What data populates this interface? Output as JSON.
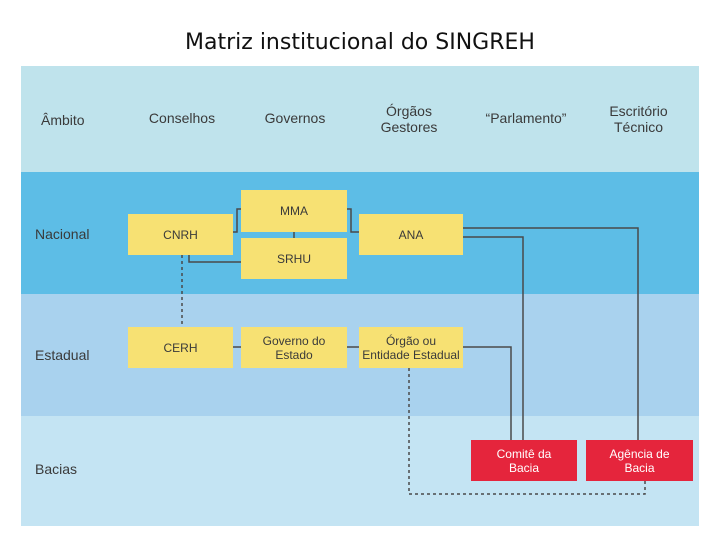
{
  "title": "Matriz institucional do SINGREH",
  "header": {
    "ambito": "Âmbito",
    "conselhos": "Conselhos",
    "governos": "Governos",
    "orgaos_l1": "Órgãos",
    "orgaos_l2": "Gestores",
    "parlamento": "“Parlamento”",
    "escritorio_l1": "Escritório",
    "escritorio_l2": "Técnico"
  },
  "rows": {
    "nacional": "Nacional",
    "estadual": "Estadual",
    "bacias": "Bacias"
  },
  "boxes": {
    "mma": "MMA",
    "cnrh": "CNRH",
    "ana": "ANA",
    "srhu": "SRHU",
    "cerh": "CERH",
    "governo_l1": "Governo do",
    "governo_l2": "Estado",
    "orgao_l1": "Órgão ou",
    "orgao_l2": "Entidade Estadual",
    "comite_l1": "Comitê da",
    "comite_l2": "Bacia",
    "agencia_l1": "Agência de",
    "agencia_l2": "Bacia"
  },
  "colors": {
    "header_band": "#bfe3ec",
    "nacional_band": "#5dbde6",
    "estadual_band": "#a9d2ee",
    "bacias_band": "#c4e4f3",
    "yellow_box": "#f7e173",
    "red_box": "#e5253c",
    "line": "#4a4a4a"
  }
}
